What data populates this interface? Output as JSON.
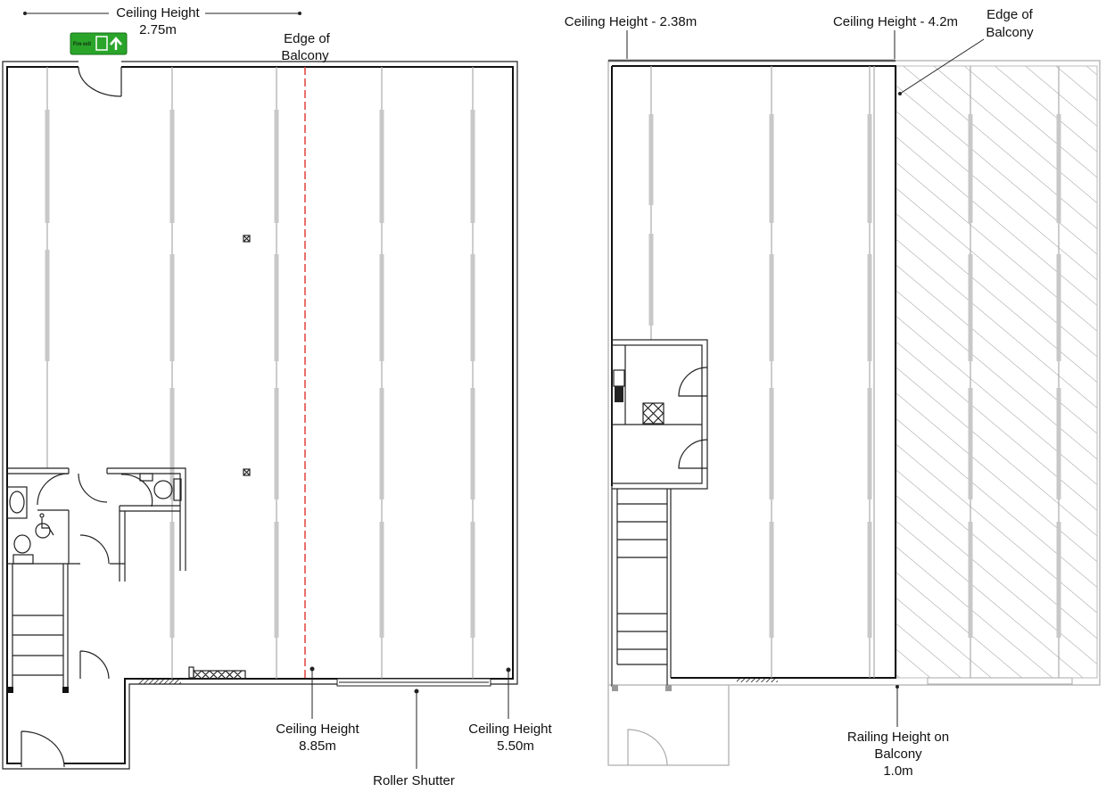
{
  "left_plan": {
    "labels": {
      "ceiling_top_1": "Ceiling Height",
      "ceiling_top_2": "2.75m",
      "edge_1": "Edge of",
      "edge_2": "Balcony",
      "ceiling_a_1": "Ceiling Height",
      "ceiling_a_2": "8.85m",
      "ceiling_b_1": "Ceiling Height",
      "ceiling_b_2": "5.50m",
      "roller": "Roller Shutter"
    },
    "fire_exit_sign": "Fire exit",
    "colors": {
      "balcony_edge": "#e0413a",
      "fire_exit": "#2aa52a"
    }
  },
  "right_plan": {
    "labels": {
      "ceiling_a": "Ceiling Height - 2.38m",
      "ceiling_b": "Ceiling Height - 4.2m",
      "edge_1": "Edge of",
      "edge_2": "Balcony",
      "railing_1": "Railing Height on",
      "railing_2": "Balcony",
      "railing_3": "1.0m"
    }
  }
}
